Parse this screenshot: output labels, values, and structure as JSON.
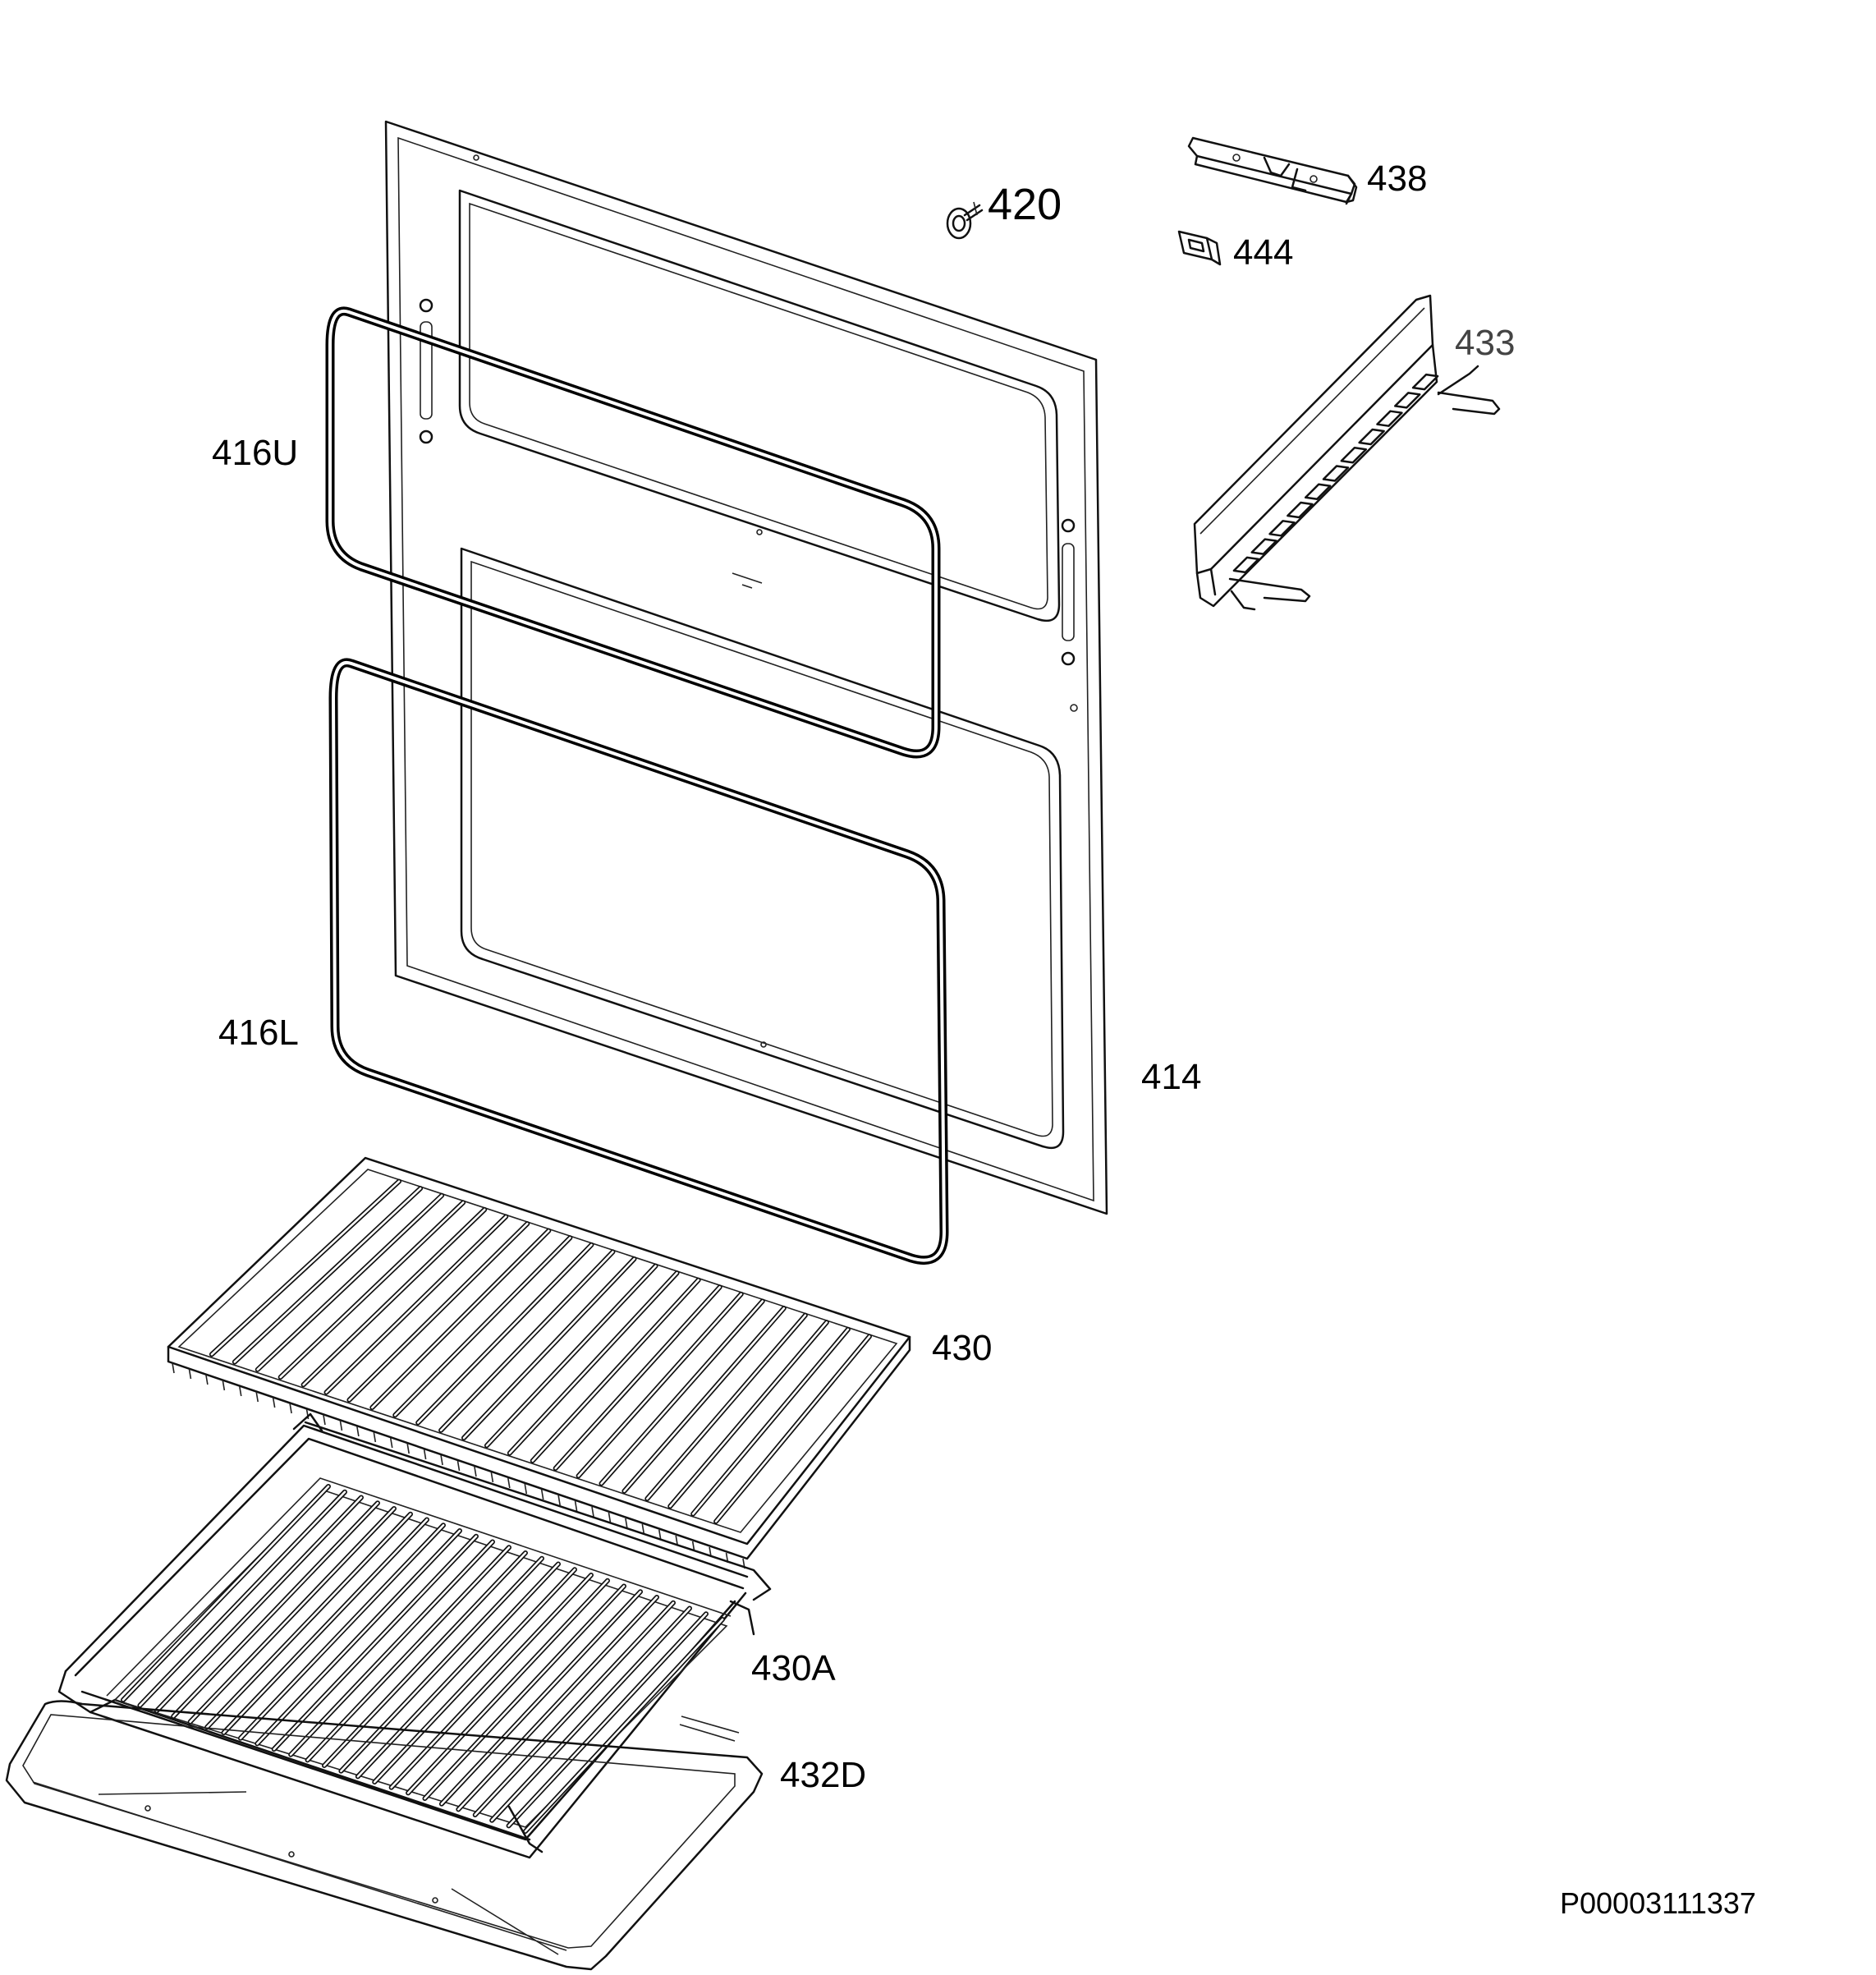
{
  "labels": {
    "p416U": "416U",
    "p416L": "416L",
    "p414": "414",
    "p420": "420",
    "p438": "438",
    "p444": "444",
    "p433": "433",
    "p430": "430",
    "p430A": "430A",
    "p432D": "432D"
  },
  "diagram_code": "P00003111337",
  "colors": {
    "line": "#111111",
    "background": "#ffffff"
  }
}
